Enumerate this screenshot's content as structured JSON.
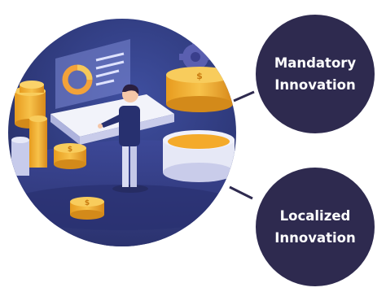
{
  "nodes": [
    {
      "id": "mandatory",
      "label": "Mandatory\nInnovation"
    },
    {
      "id": "localized",
      "label": "Localized\nInnovation"
    }
  ],
  "edges": [
    {
      "from": "illustration",
      "to": "mandatory"
    },
    {
      "from": "illustration",
      "to": "localized"
    }
  ],
  "colors": {
    "node_fill": "#2e2a4f",
    "node_text": "#ffffff",
    "connector": "#2e2a4f",
    "illustration_bg": "#2f3a7c",
    "coin": "#f0b43a",
    "panel": "#f2f3fa"
  },
  "illustration": {
    "icons": [
      "dashboard-screen-icon",
      "coin-stack-icon",
      "gear-icon",
      "person-icon",
      "dollar-coin-icon"
    ]
  }
}
